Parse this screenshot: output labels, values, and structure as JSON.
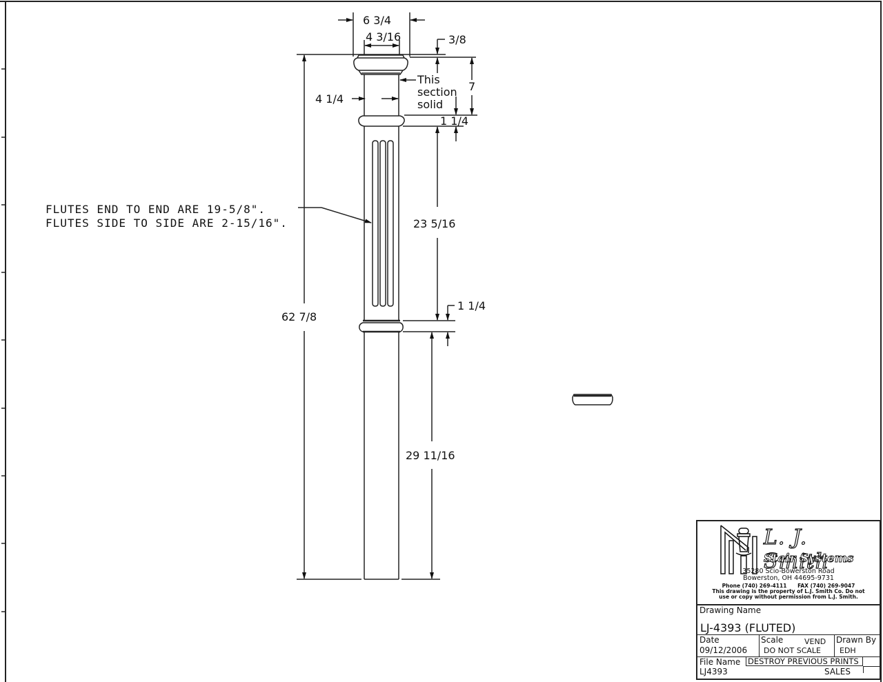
{
  "drawing": {
    "dimensions": {
      "top_overall_width": "6 3/4",
      "cap_width": "4 3/16",
      "cap_height": "3/8",
      "top_section_height": "7",
      "top_shaft_width": "4 1/4",
      "solid_note": [
        "This",
        "section",
        "solid"
      ],
      "upper_collar": "1 1/4",
      "flute_section": "23 5/16",
      "lower_collar": "1 1/4",
      "overall_height": "62 7/8",
      "base_section": "29 11/16"
    },
    "notes": [
      "FLUTES END TO END ARE 19-5/8\".",
      "FLUTES SIDE TO SIDE ARE 2-15/16\"."
    ]
  },
  "title_block": {
    "company": "L. J. Smith",
    "division": "Stair Systems",
    "address_line1": "35280 Scio-Bowerston Road",
    "address_line2": "Bowerston, OH 44695-9731",
    "phone": "Phone (740) 269-4111",
    "fax": "FAX (740) 269-9047",
    "disclaimer1": "This drawing is the property of L.J. Smith Co. Do not",
    "disclaimer2": "use or copy without permission from L.J. Smith.",
    "drawing_name_label": "Drawing Name",
    "drawing_name": "LJ-4393 (FLUTED)",
    "date_label": "Date",
    "date": "09/12/2006",
    "scale_label": "Scale",
    "vend": "VEND",
    "scale": "DO NOT SCALE",
    "drawn_by_label": "Drawn By",
    "drawn_by": "EDH",
    "file_name_label": "File Name",
    "warning": "DESTROY PREVIOUS PRINTS",
    "file_name": "LJ4393",
    "department": "SALES"
  }
}
